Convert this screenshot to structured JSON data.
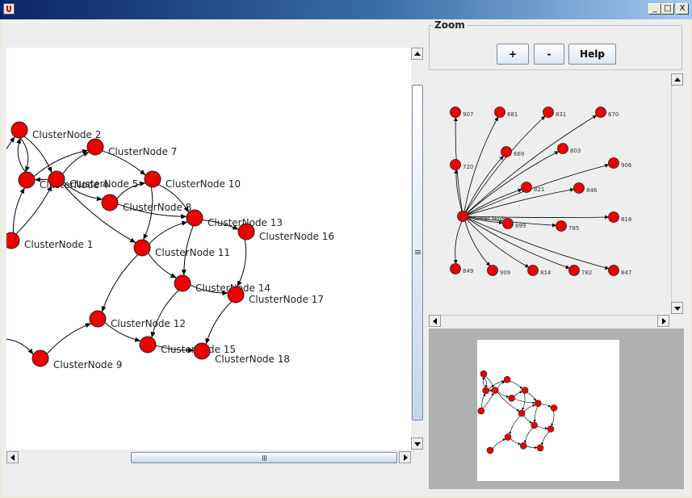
{
  "window": {
    "icon": "java-cup-icon",
    "controls": {
      "minimize": "_",
      "maximize": "□",
      "close": "X"
    }
  },
  "zoom_panel": {
    "title": "Zoom",
    "plus_label": "+",
    "minus_label": "-",
    "help_label": "Help"
  },
  "main_graph": {
    "nodes": [
      {
        "label": "ClusterNode 1"
      },
      {
        "label": "ClusterNode 2"
      },
      {
        "label": "ClusterNode 4"
      },
      {
        "label": "ClusterNode 5"
      },
      {
        "label": "ClusterNode 7"
      },
      {
        "label": "ClusterNode 8"
      },
      {
        "label": "ClusterNode 9"
      },
      {
        "label": "ClusterNode 10"
      },
      {
        "label": "ClusterNode 11"
      },
      {
        "label": "ClusterNode 12"
      },
      {
        "label": "ClusterNode 13"
      },
      {
        "label": "ClusterNode 14"
      },
      {
        "label": "ClusterNode 15"
      },
      {
        "label": "ClusterNode 16"
      },
      {
        "label": "ClusterNode 17"
      },
      {
        "label": "ClusterNode 18"
      }
    ]
  },
  "cluster_detail": {
    "center_label": "Cluster Node",
    "leaves": [
      {
        "label": "907"
      },
      {
        "label": "681"
      },
      {
        "label": "831"
      },
      {
        "label": "670"
      },
      {
        "label": "720"
      },
      {
        "label": "669"
      },
      {
        "label": "803"
      },
      {
        "label": "906"
      },
      {
        "label": "821"
      },
      {
        "label": "846"
      },
      {
        "label": "899"
      },
      {
        "label": "785"
      },
      {
        "label": "818"
      },
      {
        "label": "849"
      },
      {
        "label": "909"
      },
      {
        "label": "814"
      },
      {
        "label": "782"
      },
      {
        "label": "847"
      }
    ]
  },
  "colors": {
    "node_fill": "#ee0000",
    "node_stroke": "#222222",
    "overview_bg": "#b0b0b0"
  }
}
